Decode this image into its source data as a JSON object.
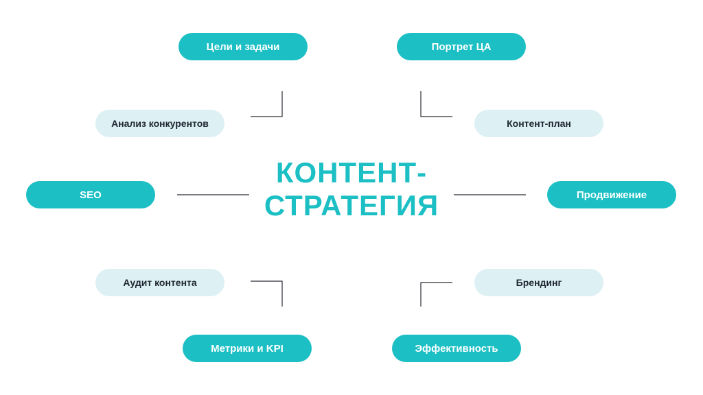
{
  "center": {
    "line1": "КОНТЕНТ-",
    "line2": "СТРАТЕГИЯ"
  },
  "nodes": {
    "goals": "Цели и задачи",
    "portrait": "Портрет ЦА",
    "competitors": "Анализ конкурентов",
    "content_plan": "Контент-план",
    "seo": "SEO",
    "promotion": "Продвижение",
    "audit": "Аудит контента",
    "branding": "Брендинг",
    "metrics": "Метрики и KPI",
    "efficiency": "Эффективность"
  },
  "colors": {
    "accent": "#1bbfc4",
    "light_pill": "#ddf0f4",
    "dark_text": "#1d2630",
    "line": "#2a2f36"
  }
}
